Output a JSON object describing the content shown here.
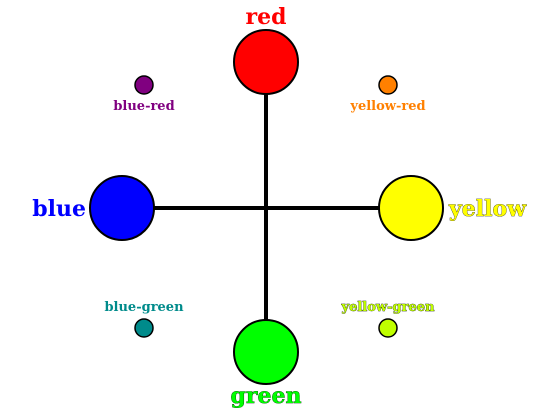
{
  "primaries": {
    "red": {
      "label": "red",
      "color": "#ff0000"
    },
    "yellow": {
      "label": "yellow",
      "color": "#ffff00"
    },
    "green": {
      "label": "green",
      "color": "#00ff00"
    },
    "blue": {
      "label": "blue",
      "color": "#0000ff"
    }
  },
  "mixtures": {
    "blue_red": {
      "label": "blue-red",
      "color": "#800080"
    },
    "yellow_red": {
      "label": "yellow-red",
      "color": "#ff8000"
    },
    "blue_green": {
      "label": "blue-green",
      "color": "#008b8b"
    },
    "yellow_green": {
      "label": "yellow-green",
      "color": "#c0ff00"
    }
  },
  "colors": {
    "axis": "#000000",
    "background": "#ffffff"
  }
}
